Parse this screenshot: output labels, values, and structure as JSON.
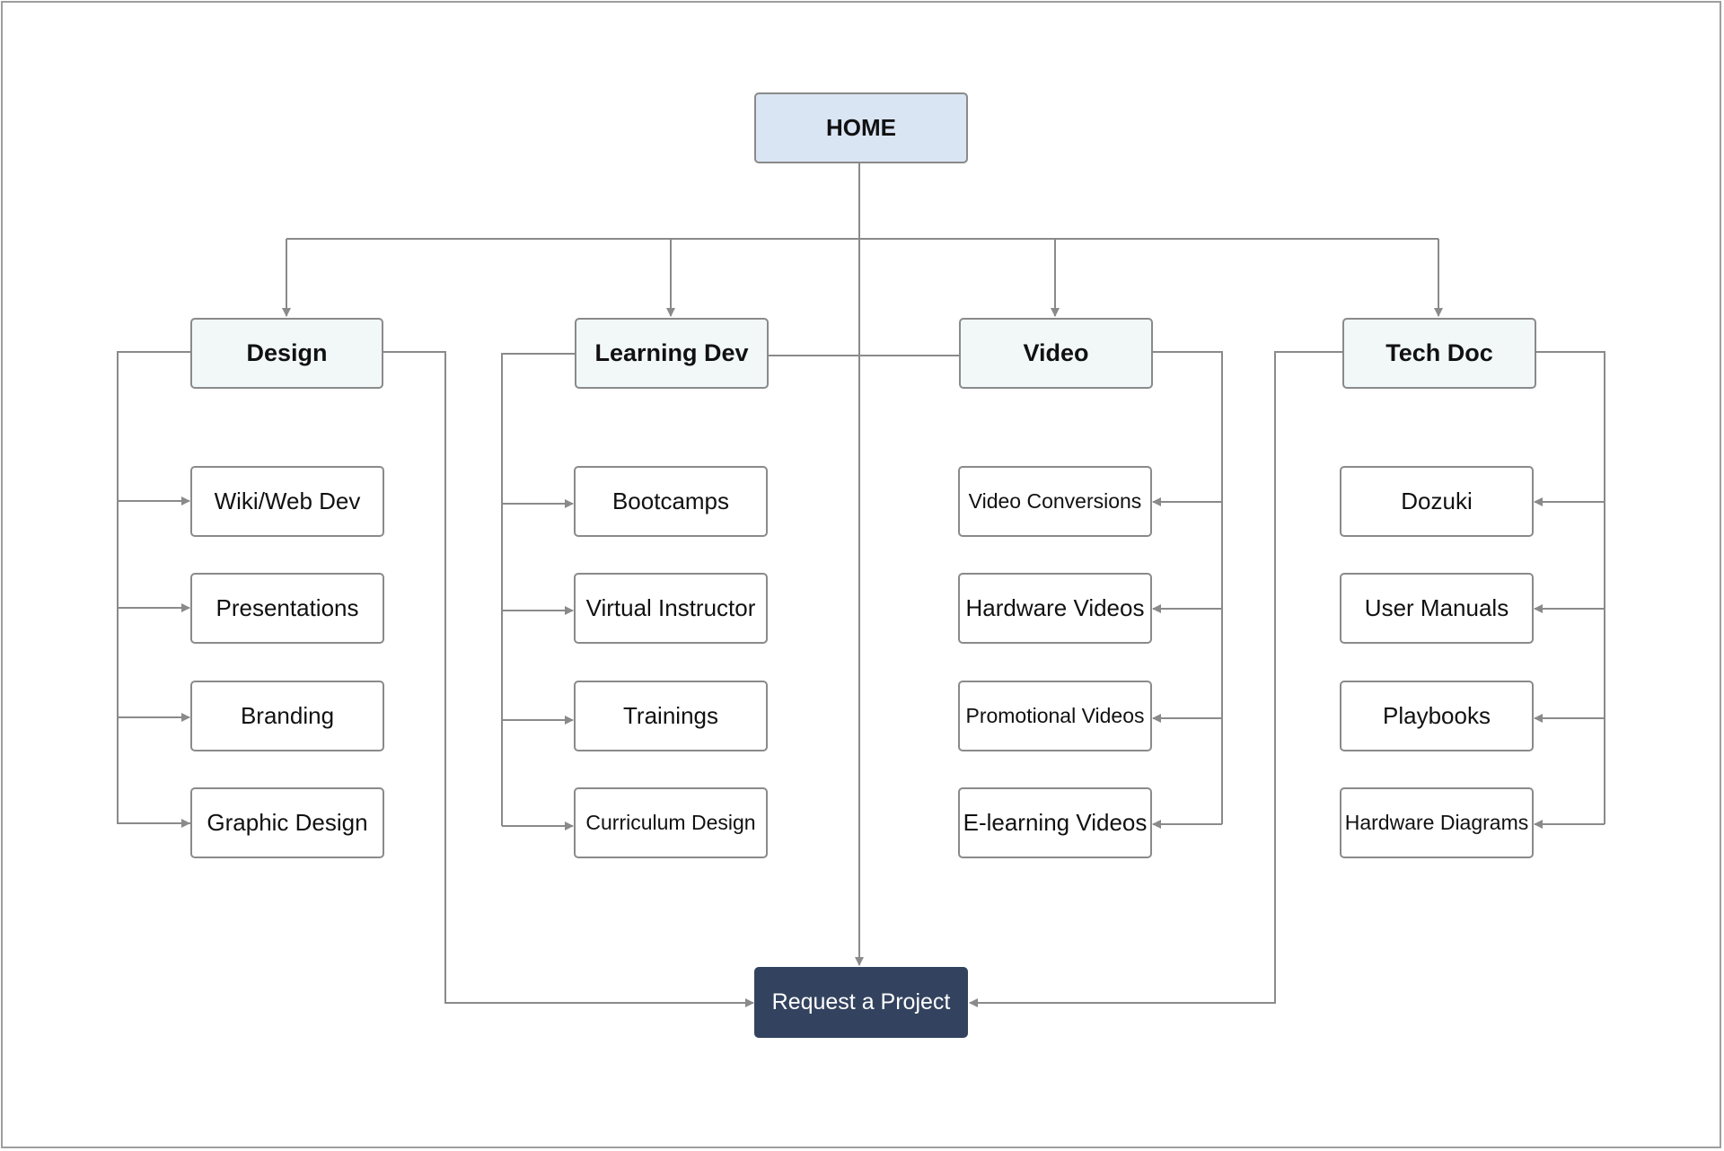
{
  "home": {
    "label": "HOME"
  },
  "categories": [
    {
      "label": "Design",
      "items": [
        "Wiki/Web Dev",
        "Presentations",
        "Branding",
        "Graphic Design"
      ]
    },
    {
      "label": "Learning Dev",
      "items": [
        "Bootcamps",
        "Virtual Instructor",
        "Trainings",
        "Curriculum Design"
      ]
    },
    {
      "label": "Video",
      "items": [
        "Video Conversions",
        "Hardware Videos",
        "Promotional Videos",
        "E-learning Videos"
      ]
    },
    {
      "label": "Tech Doc",
      "items": [
        "Dozuki",
        "User Manuals",
        "Playbooks",
        "Hardware Diagrams"
      ]
    }
  ],
  "request": {
    "label": "Request a Project"
  },
  "colors": {
    "line": "#8a8a8a",
    "home_fill": "#dae5f4",
    "category_fill": "#f2f8f8",
    "request_fill": "#33435f"
  }
}
